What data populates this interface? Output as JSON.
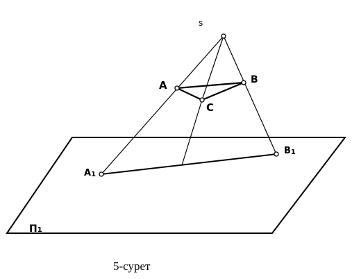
{
  "points": {
    "s": "s",
    "a": "A",
    "b": "B",
    "c": "C",
    "a1": "A",
    "a1_sub": "1",
    "b1": "B",
    "b1_sub": "1"
  },
  "plane": {
    "label": "П",
    "label_sub": "1"
  },
  "caption": "5-сурет"
}
